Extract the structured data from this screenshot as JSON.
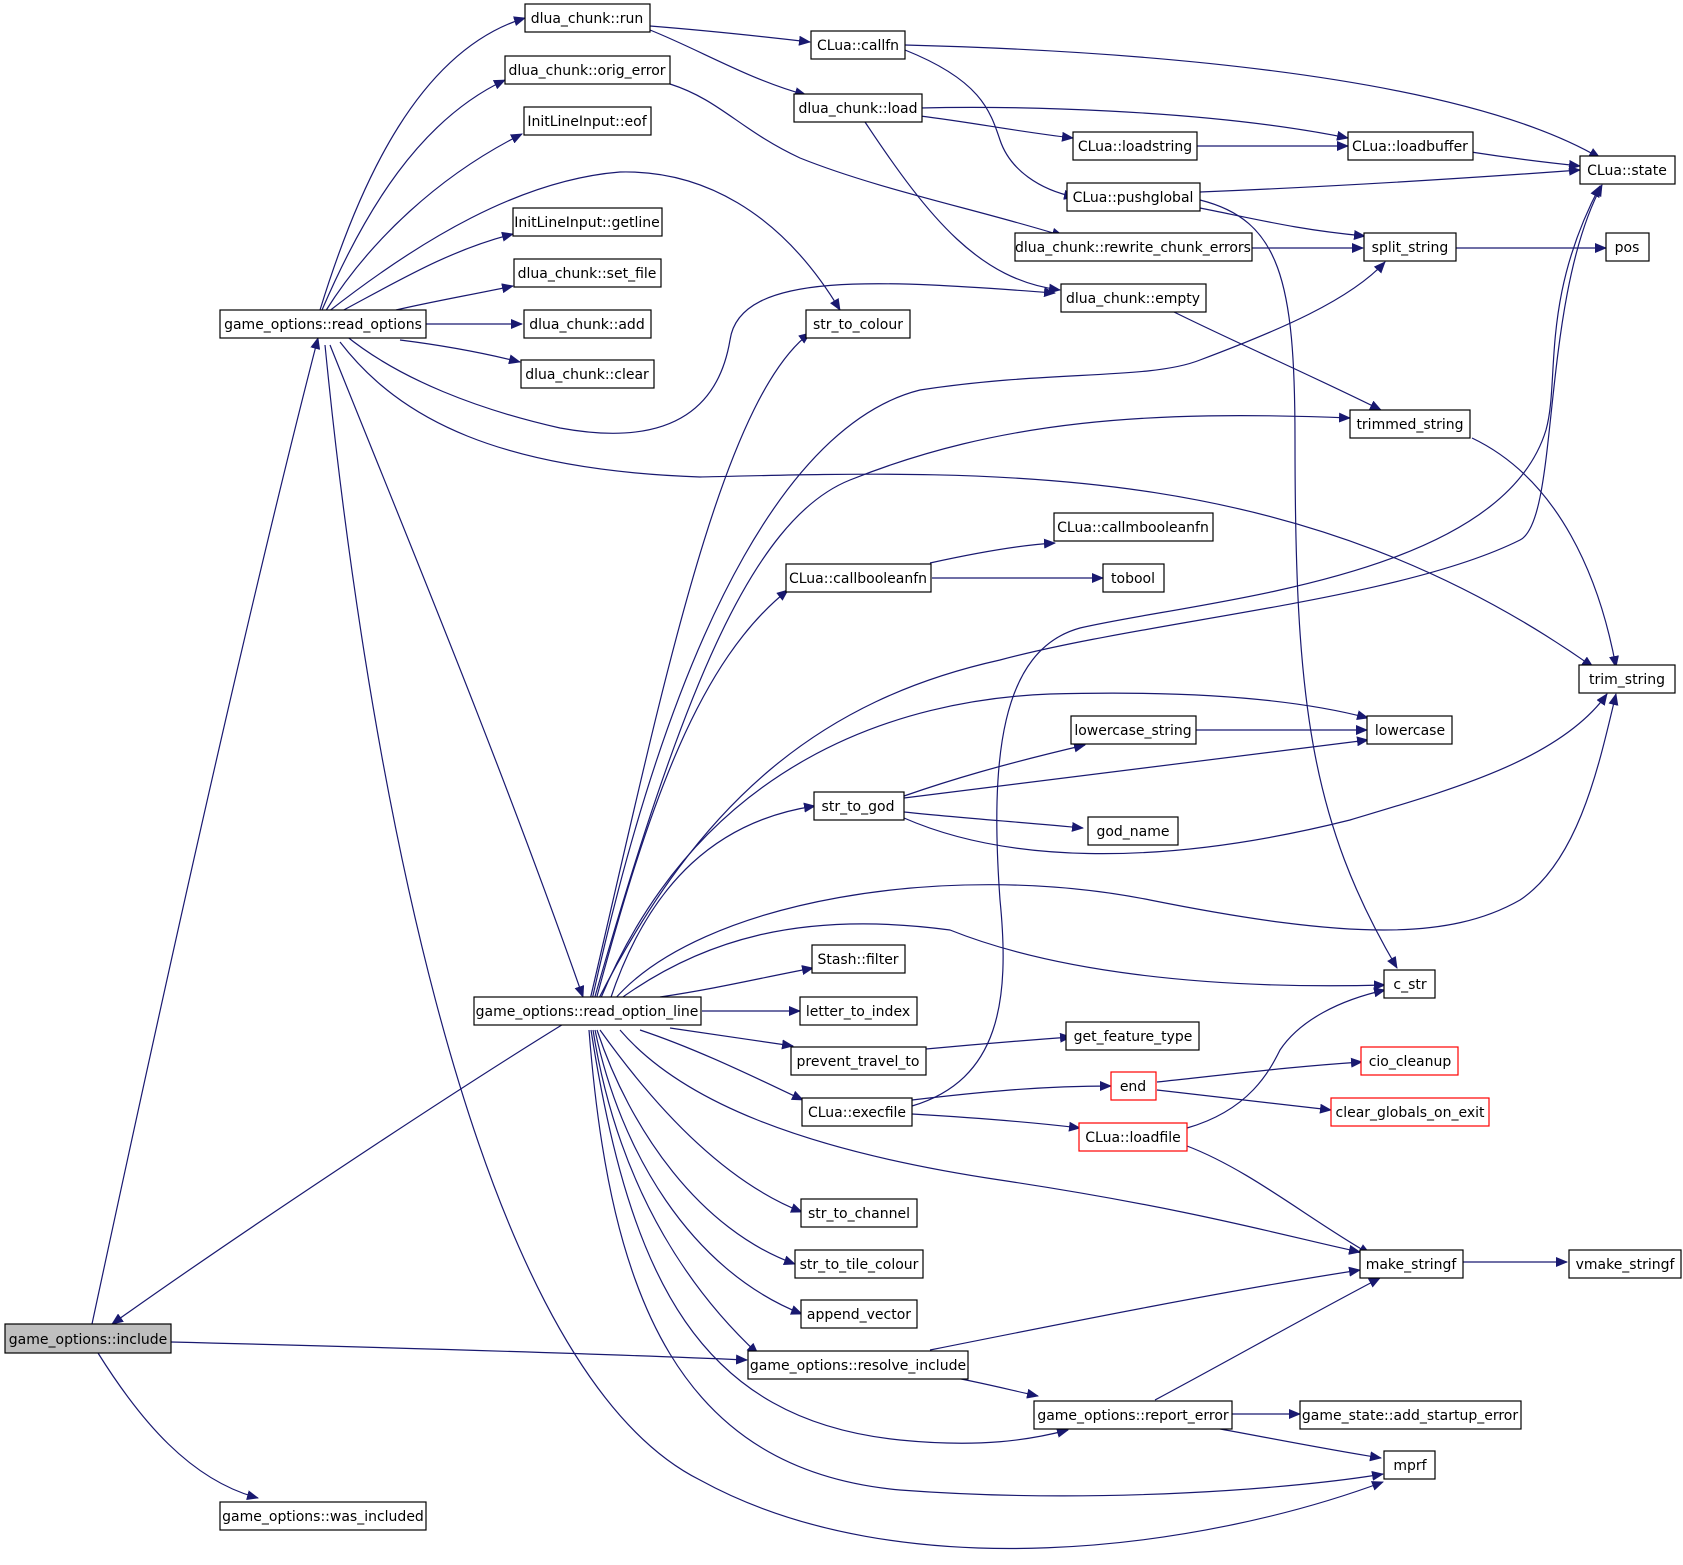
{
  "colors": {
    "edge": "#191970",
    "node_border": "#000000",
    "partial_node_border": "#ff0000",
    "root_fill": "#bfbfbf"
  },
  "nodes": {
    "include": "game_options::include",
    "read_options": "game_options::read_options",
    "was_included": "game_options::was_included",
    "run": "dlua_chunk::run",
    "orig_error": "dlua_chunk::orig_error",
    "eof": "InitLineInput::eof",
    "getline": "InitLineInput::getline",
    "set_file": "dlua_chunk::set_file",
    "add": "dlua_chunk::add",
    "clear": "dlua_chunk::clear",
    "read_option_line": "game_options::read_option_line",
    "callfn": "CLua::callfn",
    "load": "dlua_chunk::load",
    "loadstring": "CLua::loadstring",
    "loadbuffer": "CLua::loadbuffer",
    "state": "CLua::state",
    "pushglobal": "CLua::pushglobal",
    "rewrite": "dlua_chunk::rewrite_chunk_errors",
    "split_string": "split_string",
    "pos": "pos",
    "empty": "dlua_chunk::empty",
    "str_to_colour": "str_to_colour",
    "trimmed_string": "trimmed_string",
    "trim_string": "trim_string",
    "callmbooleanfn": "CLua::callmbooleanfn",
    "callbooleanfn": "CLua::callbooleanfn",
    "tobool": "tobool",
    "lowercase_string": "lowercase_string",
    "lowercase": "lowercase",
    "str_to_god": "str_to_god",
    "god_name": "god_name",
    "c_str": "c_str",
    "stash_filter": "Stash::filter",
    "letter_to_index": "letter_to_index",
    "get_feature_type": "get_feature_type",
    "prevent_travel_to": "prevent_travel_to",
    "cio_cleanup": "cio_cleanup",
    "end": "end",
    "clear_globals": "clear_globals_on_exit",
    "execfile": "CLua::execfile",
    "loadfile": "CLua::loadfile",
    "str_to_channel": "str_to_channel",
    "str_to_tile_colour": "str_to_tile_colour",
    "make_stringf": "make_stringf",
    "vmake_stringf": "vmake_stringf",
    "append_vector": "append_vector",
    "resolve_include": "game_options::resolve_include",
    "report_error": "game_options::report_error",
    "add_startup_error": "game_state::add_startup_error",
    "mprf": "mprf"
  }
}
